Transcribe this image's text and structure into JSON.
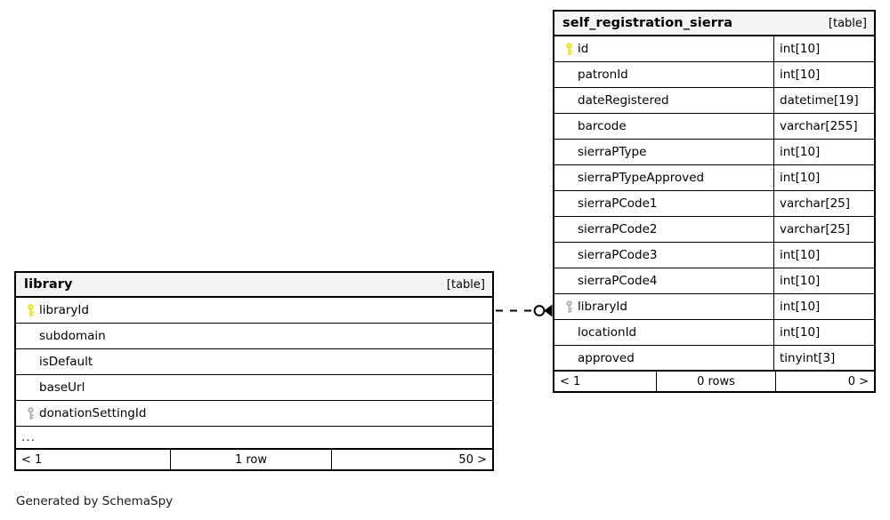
{
  "diagram": {
    "generator_note": "Generated by SchemaSpy",
    "table_tag": "[table]"
  },
  "tables": [
    {
      "id": "library",
      "name": "library",
      "tag": "[table]",
      "show_types": false,
      "columns": [
        {
          "name": "libraryId",
          "type": "",
          "key": "primary"
        },
        {
          "name": "subdomain",
          "type": "",
          "key": "none"
        },
        {
          "name": "isDefault",
          "type": "",
          "key": "none"
        },
        {
          "name": "baseUrl",
          "type": "",
          "key": "none"
        },
        {
          "name": "donationSettingId",
          "type": "",
          "key": "foreign"
        }
      ],
      "truncated_indicator": "...",
      "footer": {
        "prev": "< 1",
        "middle": "1 row",
        "next": "50 >"
      }
    },
    {
      "id": "self_registration_sierra",
      "name": "self_registration_sierra",
      "tag": "[table]",
      "show_types": true,
      "columns": [
        {
          "name": "id",
          "type": "int[10]",
          "key": "primary"
        },
        {
          "name": "patronId",
          "type": "int[10]",
          "key": "none"
        },
        {
          "name": "dateRegistered",
          "type": "datetime[19]",
          "key": "none"
        },
        {
          "name": "barcode",
          "type": "varchar[255]",
          "key": "none"
        },
        {
          "name": "sierraPType",
          "type": "int[10]",
          "key": "none"
        },
        {
          "name": "sierraPTypeApproved",
          "type": "int[10]",
          "key": "none"
        },
        {
          "name": "sierraPCode1",
          "type": "varchar[25]",
          "key": "none"
        },
        {
          "name": "sierraPCode2",
          "type": "varchar[25]",
          "key": "none"
        },
        {
          "name": "sierraPCode3",
          "type": "int[10]",
          "key": "none"
        },
        {
          "name": "sierraPCode4",
          "type": "int[10]",
          "key": "none"
        },
        {
          "name": "libraryId",
          "type": "int[10]",
          "key": "foreign"
        },
        {
          "name": "locationId",
          "type": "int[10]",
          "key": "none"
        },
        {
          "name": "approved",
          "type": "tinyint[3]",
          "key": "none"
        }
      ],
      "truncated_indicator": "",
      "footer": {
        "prev": "< 1",
        "middle": "0 rows",
        "next": "0 >"
      }
    }
  ],
  "relationships": [
    {
      "from_table": "library",
      "from_column": "libraryId",
      "to_table": "self_registration_sierra",
      "to_column": "libraryId",
      "style": "dashed",
      "from_marker": "circle-optional",
      "to_marker": "crowsfoot"
    }
  ],
  "colors": {
    "primary_key": "#e8e800",
    "foreign_key": "#b3b3b3",
    "border": "#000000",
    "header_bg": "#f4f4f4",
    "page_bg": "#ffffff"
  }
}
